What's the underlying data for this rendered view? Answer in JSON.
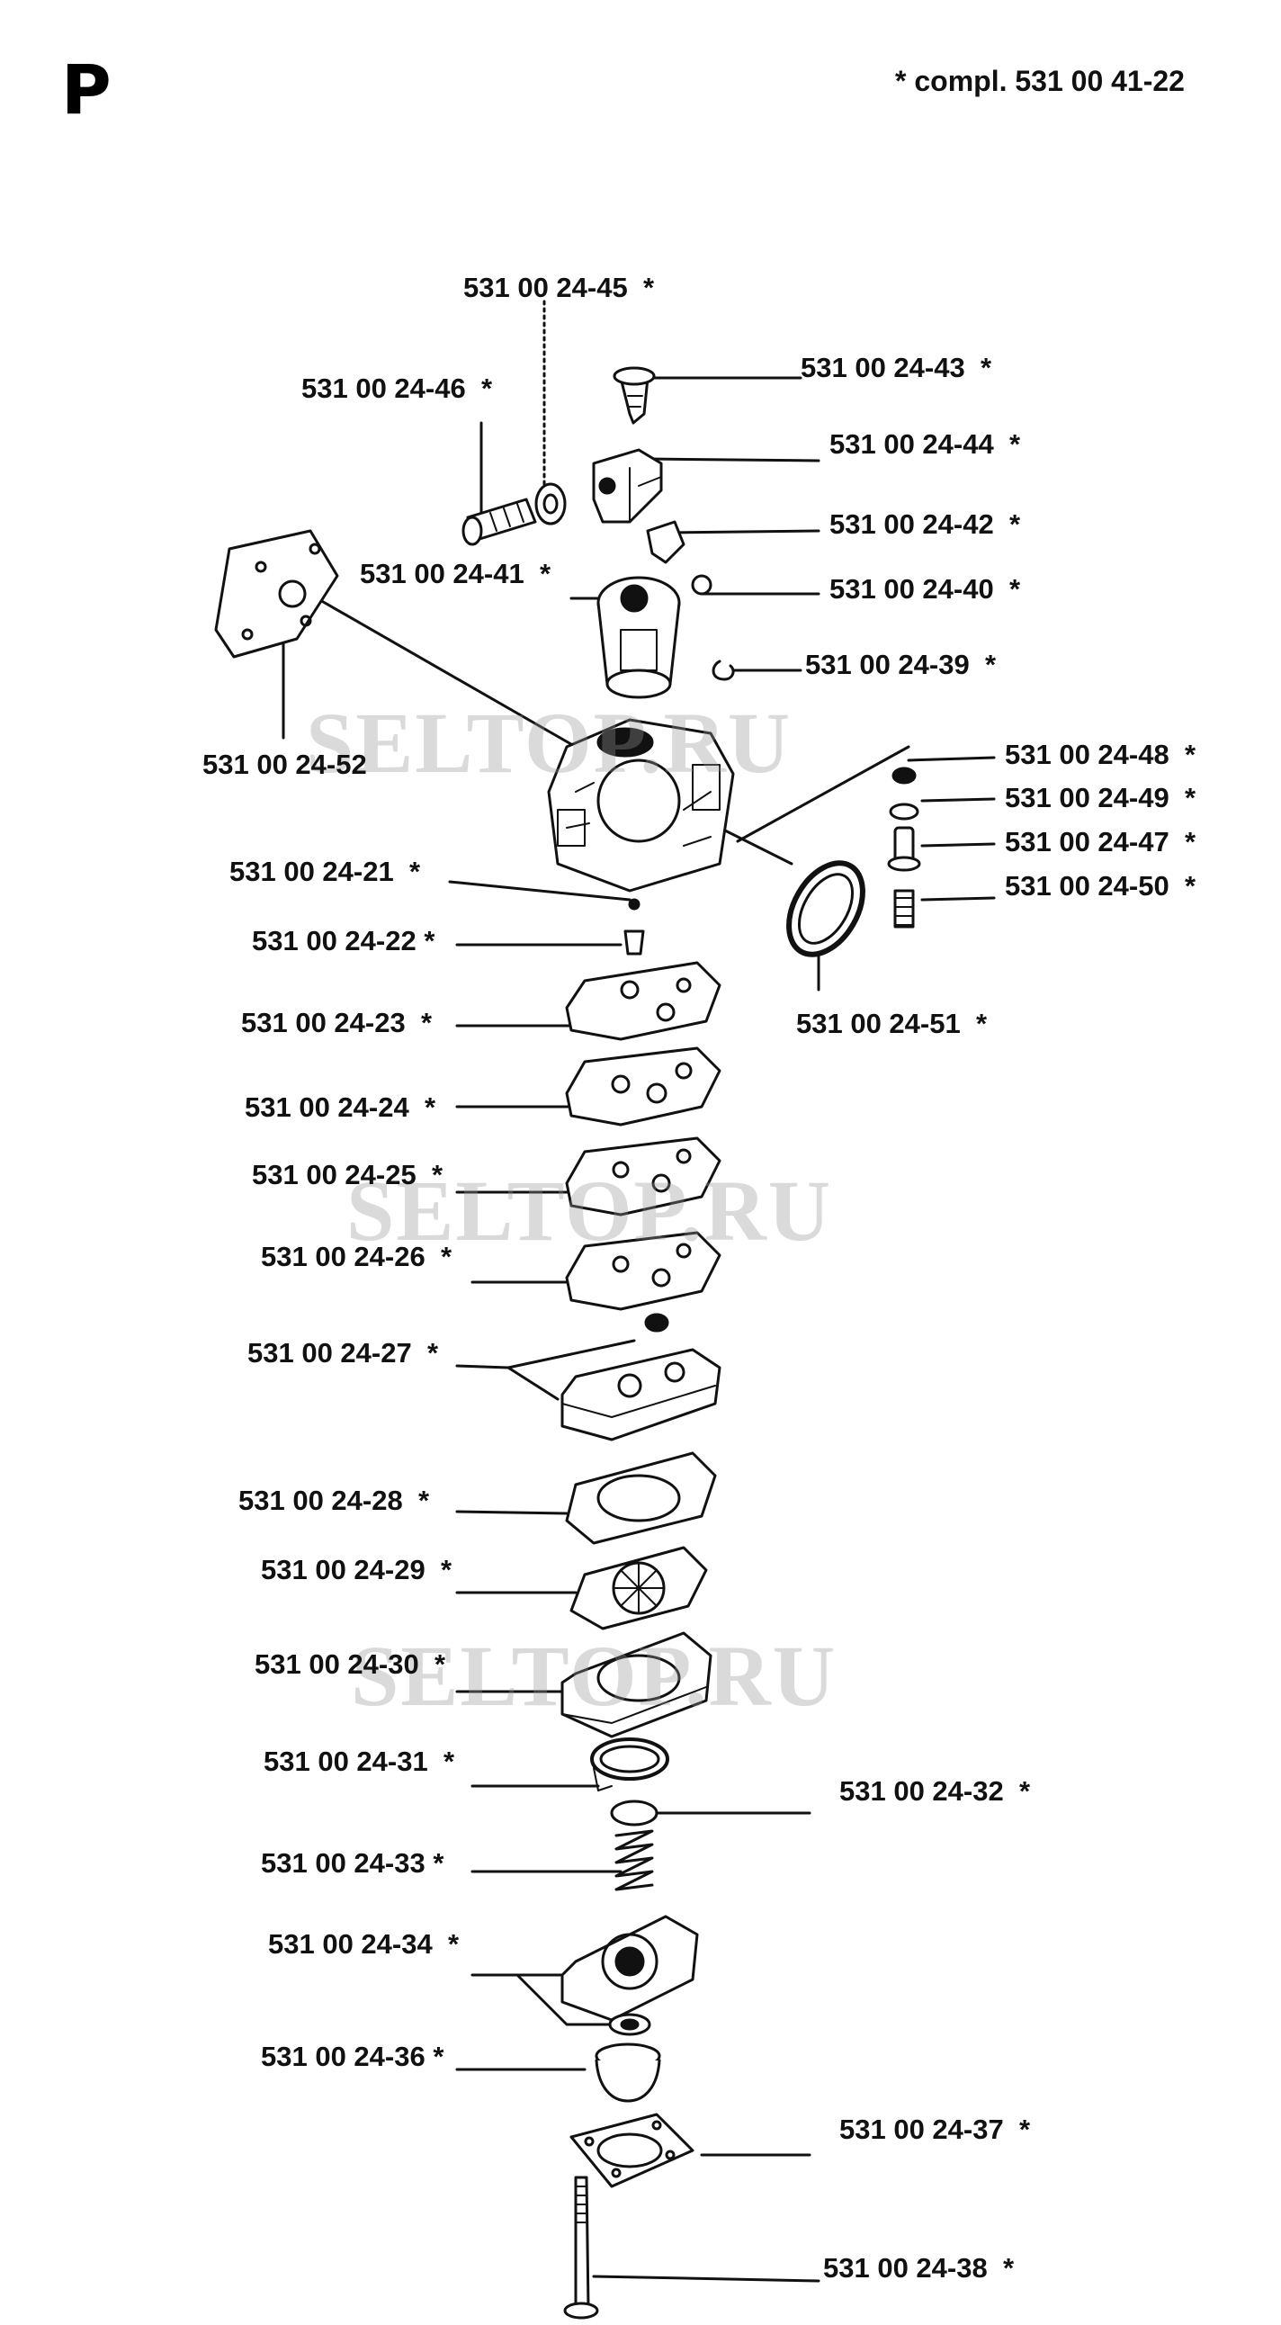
{
  "header": {
    "section_letter": "P",
    "complete_kit": "*  compl. 531 00 41-22"
  },
  "watermark": "SELTOP.RU",
  "parts": [
    {
      "id": "p45",
      "number": "531 00 24-45",
      "suffix": "*"
    },
    {
      "id": "p46",
      "number": "531 00 24-46",
      "suffix": "*"
    },
    {
      "id": "p43",
      "number": "531 00 24-43",
      "suffix": "*"
    },
    {
      "id": "p44",
      "number": "531 00 24-44",
      "suffix": "*"
    },
    {
      "id": "p42",
      "number": "531 00 24-42",
      "suffix": "*"
    },
    {
      "id": "p41",
      "number": "531 00 24-41",
      "suffix": "*"
    },
    {
      "id": "p40",
      "number": "531 00 24-40",
      "suffix": "*"
    },
    {
      "id": "p39",
      "number": "531 00 24-39",
      "suffix": "*"
    },
    {
      "id": "p52",
      "number": "531 00 24-52",
      "suffix": ""
    },
    {
      "id": "p48",
      "number": "531 00 24-48",
      "suffix": "*"
    },
    {
      "id": "p49",
      "number": "531 00 24-49",
      "suffix": "*"
    },
    {
      "id": "p47",
      "number": "531 00 24-47",
      "suffix": "*"
    },
    {
      "id": "p50",
      "number": "531 00 24-50",
      "suffix": "*"
    },
    {
      "id": "p21",
      "number": "531 00 24-21",
      "suffix": "*"
    },
    {
      "id": "p22",
      "number": "531 00 24-22",
      "suffix": "*"
    },
    {
      "id": "p51",
      "number": "531 00 24-51",
      "suffix": "*"
    },
    {
      "id": "p23",
      "number": "531 00 24-23",
      "suffix": "*"
    },
    {
      "id": "p24",
      "number": "531 00 24-24",
      "suffix": "*"
    },
    {
      "id": "p25",
      "number": "531 00 24-25",
      "suffix": "*"
    },
    {
      "id": "p26",
      "number": "531 00 24-26",
      "suffix": "*"
    },
    {
      "id": "p27",
      "number": "531 00 24-27",
      "suffix": "*"
    },
    {
      "id": "p28",
      "number": "531 00 24-28",
      "suffix": "*"
    },
    {
      "id": "p29",
      "number": "531 00 24-29",
      "suffix": "*"
    },
    {
      "id": "p30",
      "number": "531 00 24-30",
      "suffix": "*"
    },
    {
      "id": "p31",
      "number": "531 00 24-31",
      "suffix": "*"
    },
    {
      "id": "p32",
      "number": "531 00 24-32",
      "suffix": "*"
    },
    {
      "id": "p33",
      "number": "531 00 24-33",
      "suffix": "*"
    },
    {
      "id": "p34",
      "number": "531 00 24-34",
      "suffix": "*"
    },
    {
      "id": "p36",
      "number": "531 00 24-36",
      "suffix": "*"
    },
    {
      "id": "p37",
      "number": "531 00 24-37",
      "suffix": "*"
    },
    {
      "id": "p38",
      "number": "531 00 24-38",
      "suffix": "*"
    }
  ]
}
